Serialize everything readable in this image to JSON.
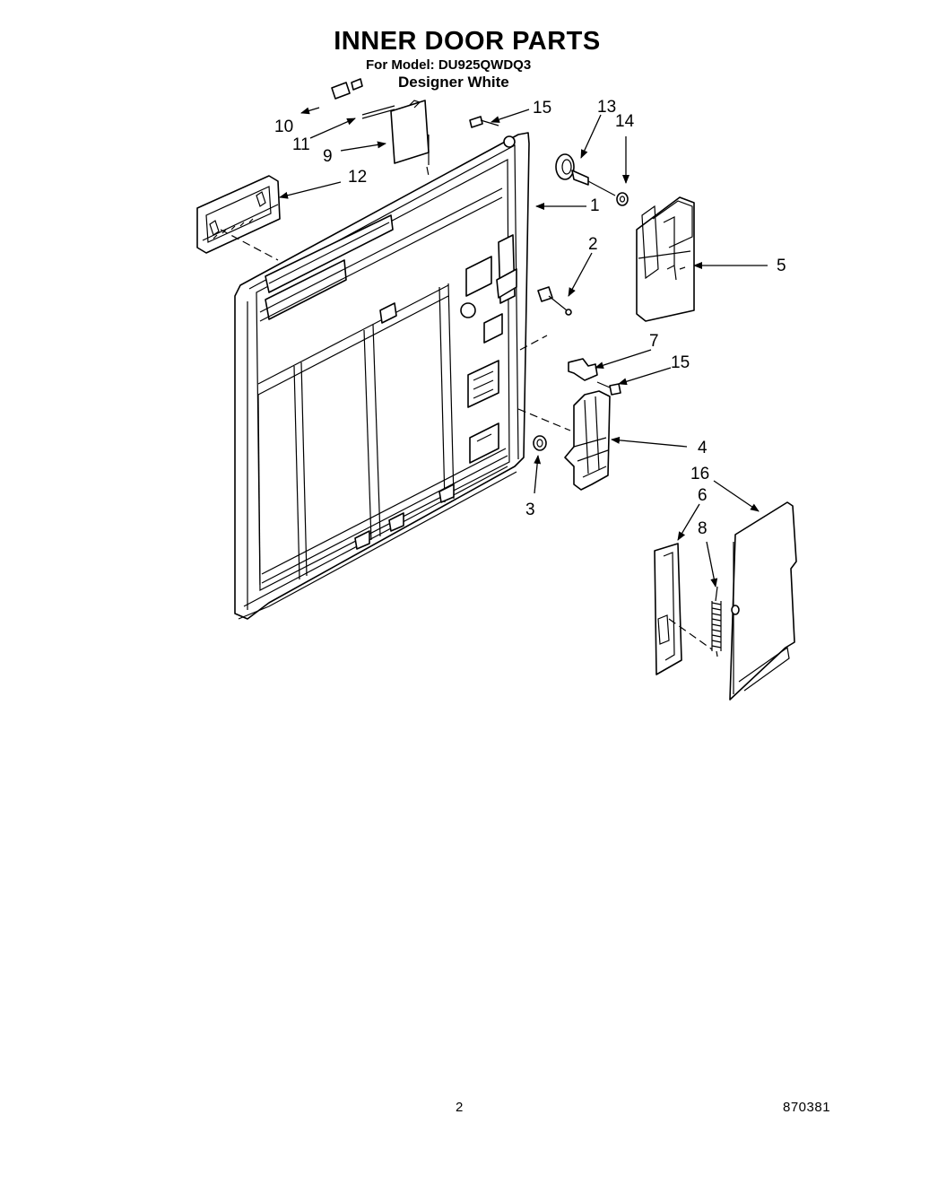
{
  "header": {
    "title": "INNER DOOR PARTS",
    "model_line": "For Model: DU925QWDQ3",
    "variant": "Designer White"
  },
  "callouts": {
    "c1": "1",
    "c2": "2",
    "c3": "3",
    "c4": "4",
    "c5": "5",
    "c6": "6",
    "c7": "7",
    "c8": "8",
    "c9": "9",
    "c10": "10",
    "c11": "11",
    "c12": "12",
    "c13": "13",
    "c14": "14",
    "c15a": "15",
    "c15b": "15",
    "c16": "16"
  },
  "footer": {
    "page_number": "2",
    "doc_code": "870381"
  }
}
